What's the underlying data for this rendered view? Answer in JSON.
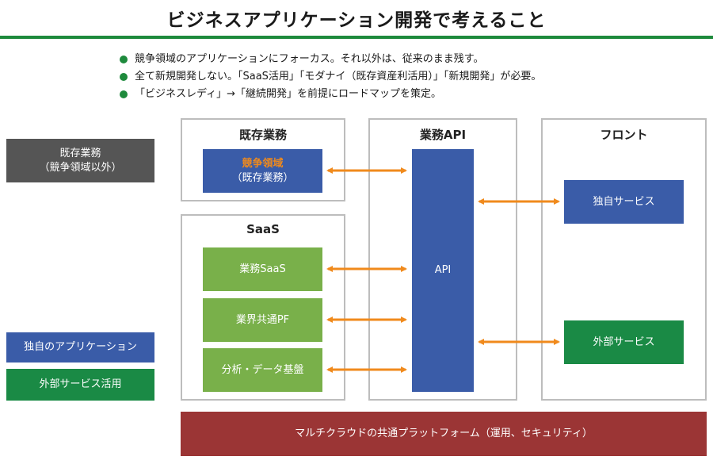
{
  "title": "ビジネスアプリケーション開発で考えること",
  "bullets": [
    "競争領域のアプリケーションにフォーカス。それ以外は、従来のまま残す。",
    "全て新規開発しない。「SaaS活用」「モダナイ（既存資産利活用）」「新規開発」が必要。",
    "「ビジネスレディ」→「継続開発」を前提にロードマップを策定。"
  ],
  "legend": {
    "existing_line1": "既存業務",
    "existing_line2": "（競争領域以外）",
    "own_app": "独自のアプリケーション",
    "external": "外部サービス活用"
  },
  "panels": {
    "existing": {
      "title": "既存業務",
      "box_line1": "競争領域",
      "box_line2": "（既存業務）"
    },
    "saas": {
      "title": "SaaS",
      "items": [
        "業務SaaS",
        "業界共通PF",
        "分析・データ基盤"
      ]
    },
    "api": {
      "title": "業務API",
      "box": "API"
    },
    "front": {
      "title": "フロント",
      "items": [
        "独自サービス",
        "外部サービス"
      ]
    }
  },
  "platform": "マルチクラウドの共通プラットフォーム（運用、セキュリティ）",
  "colors": {
    "accent_green": "#1e8a3c",
    "blue": "#3a5ca8",
    "light_green": "#79b04a",
    "dark_green": "#1a8a45",
    "gray": "#555555",
    "red": "#9b3535",
    "arrow_orange": "#f08a1c"
  }
}
